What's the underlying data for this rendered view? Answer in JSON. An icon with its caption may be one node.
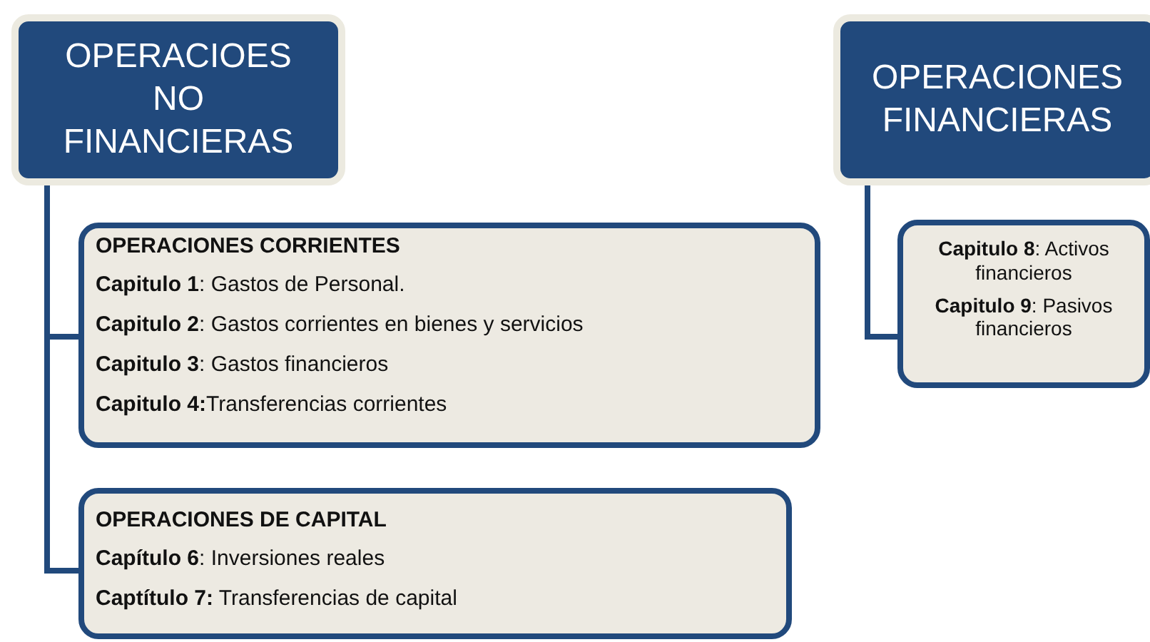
{
  "diagram": {
    "nodes": [
      {
        "text": [
          "OPERACIOES NO FINANCIERAS"
        ]
      },
      {
        "text": [
          "OPERACIONES CORRIENTES",
          "**Capitulo 1**: Gastos de Personal.",
          "**Capitulo 2**: Gastos corrientes en bienes y servicios",
          "**Capitulo 3**: Gastos financieros",
          "**Capitulo 4:**Transferencias corrientes"
        ]
      },
      {
        "text": [
          "OPERACIONES DE CAPITAL",
          "**Capítulo 6**: Inversiones reales",
          "**Captítulo 7:** Transferencias de capital"
        ]
      },
      {
        "text": [
          "OPERACIONES FINANCIERAS"
        ]
      },
      {
        "text": [
          "**Capitulo 8**: Activos financieros",
          "**Capitulo 9**: Pasivos financieros"
        ]
      }
    ],
    "edges": [
      {
        "from": 0,
        "to": 1,
        "arrow": "none"
      },
      {
        "from": 0,
        "to": 2,
        "arrow": "none"
      },
      {
        "from": 3,
        "to": 4,
        "arrow": "none"
      }
    ]
  }
}
